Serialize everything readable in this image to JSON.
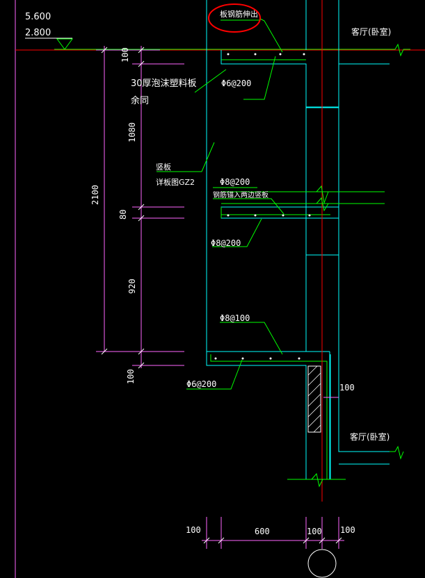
{
  "elevations": {
    "top": "5.600",
    "bottom": "2.800"
  },
  "annotations": {
    "highlighted": "板钢筋伸出",
    "foam_board_line1": "30厚泡沫塑料板",
    "foam_board_line2": "余同",
    "slab_top_rebar": "Φ6@200",
    "column_line1": "竖板",
    "column_line2": "详板图GZ2",
    "mid_rebar_top": "Φ8@200",
    "mid_rebar_anchor": "钢筋锚入两边竖板",
    "mid_rebar_bottom": "Φ8@200",
    "bottom_rebar_top": "Φ8@100",
    "bottom_rebar_bottom": "Φ6@200",
    "room_top": "客厅(卧室)",
    "room_bottom": "客厅(卧室)"
  },
  "vertical_dims": {
    "total": "2100",
    "d100_top": "100",
    "d1080": "1080",
    "d80": "80",
    "d920": "920",
    "d100_bottom": "100"
  },
  "horizontal_dims": {
    "left": "100",
    "mid": "600",
    "right1": "100",
    "right2": "100",
    "wall_thickness": "100"
  },
  "colors": {
    "background": "#000000",
    "cyan": "#00ffff",
    "green": "#00ff00",
    "magenta": "#ff66ff",
    "red": "#ff0000",
    "white": "#ffffff",
    "highlight_circle": "#ff0000"
  }
}
